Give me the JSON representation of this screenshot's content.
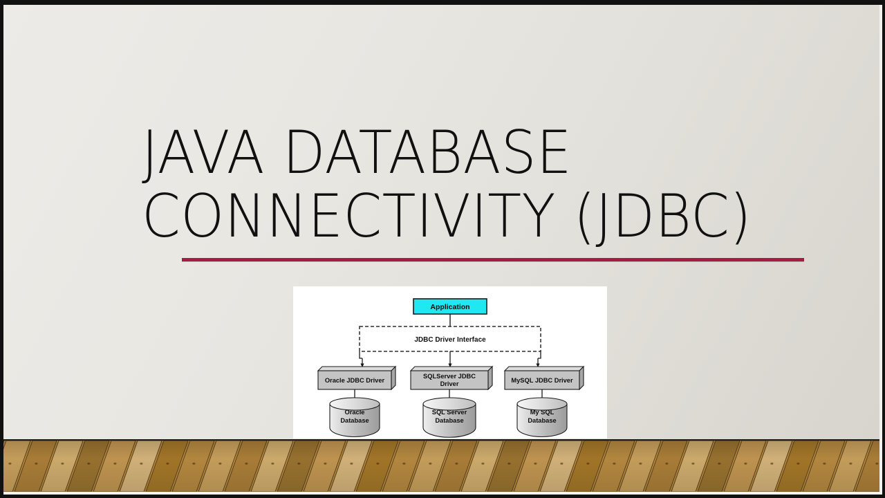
{
  "slide": {
    "title_line_1": "JAVA DATABASE",
    "title_line_2": "CONNECTIVITY (JDBC)",
    "accent_color": "#A51C42",
    "background_color": "#E8E6E1",
    "title_color": "#101010"
  },
  "diagram": {
    "panel_background": "#FFFFFF",
    "application": {
      "label": "Application",
      "fill": "#1FE8F0",
      "stroke": "#1A1A1A"
    },
    "interface": {
      "label": "JDBC Driver Interface",
      "stroke": "#2B2B2B",
      "style": "dashed"
    },
    "drivers": [
      {
        "label": "Oracle JDBC Driver",
        "fill": "#BFBFBF"
      },
      {
        "label": "SQLServer JDBC Driver",
        "fill": "#BFBFBF"
      },
      {
        "label": "MySQL JDBC Driver",
        "fill": "#BFBFBF"
      }
    ],
    "databases": [
      {
        "label_line_1": "Oracle",
        "label_line_2": "Database",
        "fill": "#C9C9C9"
      },
      {
        "label_line_1": "SQL Server",
        "label_line_2": "Database",
        "fill": "#C9C9C9"
      },
      {
        "label_line_1": "My SQL",
        "label_line_2": "Database",
        "fill": "#C9C9C9"
      }
    ]
  },
  "floor": {
    "plank_colors": [
      "#B2863F",
      "#C39C5A",
      "#A87C37",
      "#CBA96B",
      "#96702F",
      "#BE9350",
      "#D0B078",
      "#A17528"
    ]
  }
}
